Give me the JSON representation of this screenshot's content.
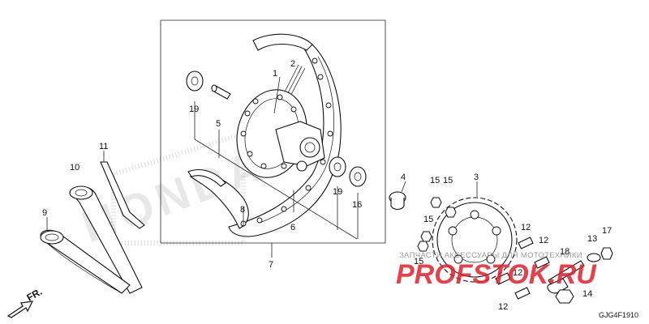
{
  "diagram_code": "GJG4F1910",
  "direction_label": "FR.",
  "background_brand": "HONDA",
  "watermark": {
    "text": "PROFSTOK.RU",
    "subtext": "ЗАПЧАСТИ АКСЕССУАРЫ ДЛЯ МОТОТЕХНИКИ",
    "color": "#e0202e"
  },
  "callouts": {
    "c1": "1",
    "c2": "2",
    "c3": "3",
    "c4": "4",
    "c5": "5",
    "c6": "6",
    "c7": "7",
    "c8": "8",
    "c9": "9",
    "c10": "10",
    "c11": "11",
    "c12a": "12",
    "c12b": "12",
    "c12c": "12",
    "c12d": "12",
    "c13": "13",
    "c14": "14",
    "c15a": "15",
    "c15b": "15",
    "c15c": "15",
    "c15d": "15",
    "c16": "16",
    "c17": "17",
    "c18": "18",
    "c19a": "19",
    "c19b": "19"
  }
}
